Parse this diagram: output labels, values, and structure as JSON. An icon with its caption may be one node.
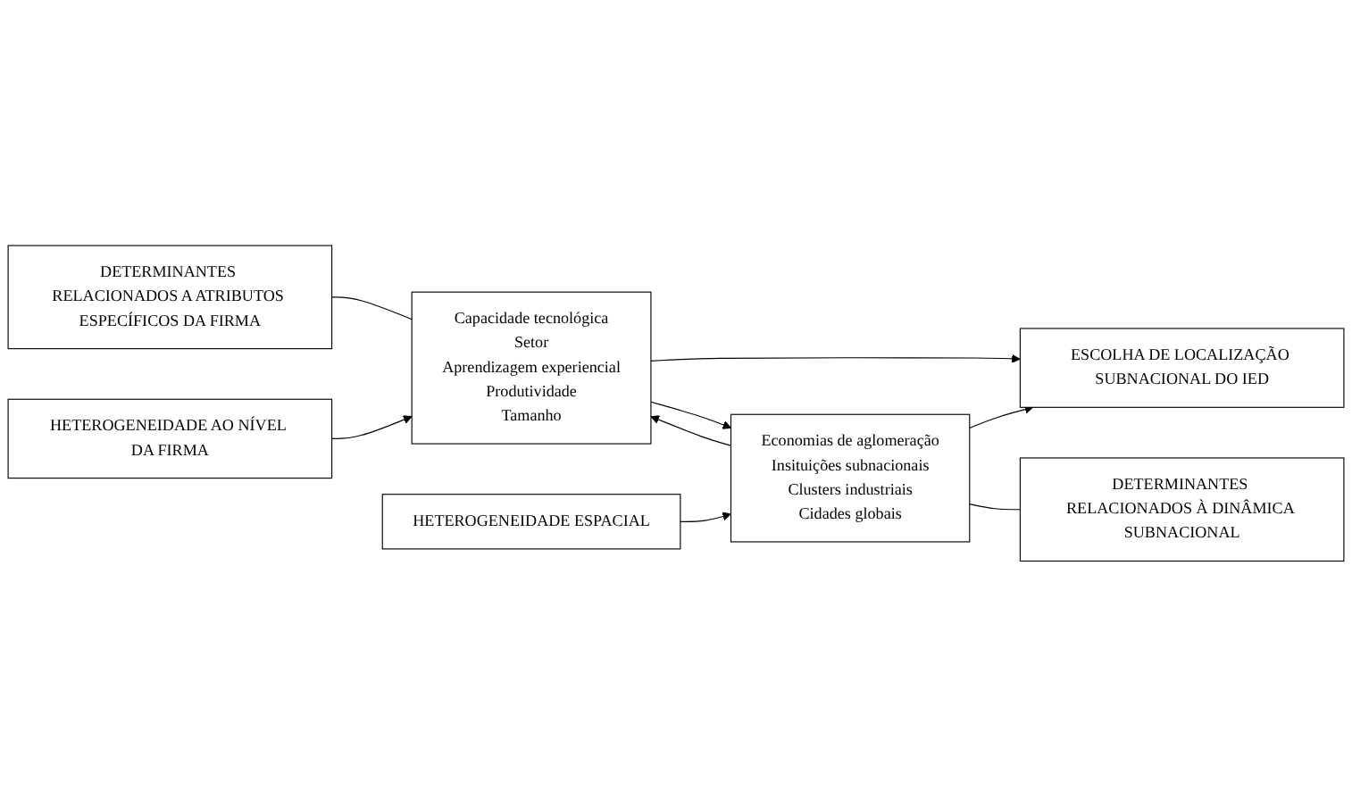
{
  "diagram": {
    "nodes": [
      {
        "text": [
          "DETERMINANTES RELACIONADOS A ATRIBUTOS ESPECÍFICOS DA FIRMA"
        ]
      },
      {
        "text": [
          "HETEROGENEIDADE AO NÍVEL DA FIRMA"
        ]
      },
      {
        "text": [
          "Capacidade tecnológica",
          "Setor",
          "Aprendizagem experiencial",
          "Produtividade",
          "Tamanho"
        ]
      },
      {
        "text": [
          "ESCOLHA DE LOCALIZAÇÃO SUBNACIONAL DO IED"
        ]
      },
      {
        "text": [
          "HETEROGENEIDADE ESPACIAL"
        ]
      },
      {
        "text": [
          "Economias de aglomeração",
          "Insituições subnacionais",
          "Clusters industriais",
          "Cidades globais"
        ]
      },
      {
        "text": [
          "DETERMINANTES RELACIONADOS À DINÂMICA SUBNACIONAL"
        ]
      }
    ],
    "edges": [
      {
        "from": 0,
        "to": 2,
        "arrow": "none"
      },
      {
        "from": 1,
        "to": 2,
        "arrow": "to"
      },
      {
        "from": 2,
        "to": 3,
        "arrow": "to"
      },
      {
        "from": 2,
        "to": 5,
        "arrow": "to"
      },
      {
        "from": 5,
        "to": 2,
        "arrow": "to"
      },
      {
        "from": 4,
        "to": 5,
        "arrow": "to"
      },
      {
        "from": 5,
        "to": 3,
        "arrow": "to"
      },
      {
        "from": 5,
        "to": 6,
        "arrow": "none"
      }
    ]
  }
}
